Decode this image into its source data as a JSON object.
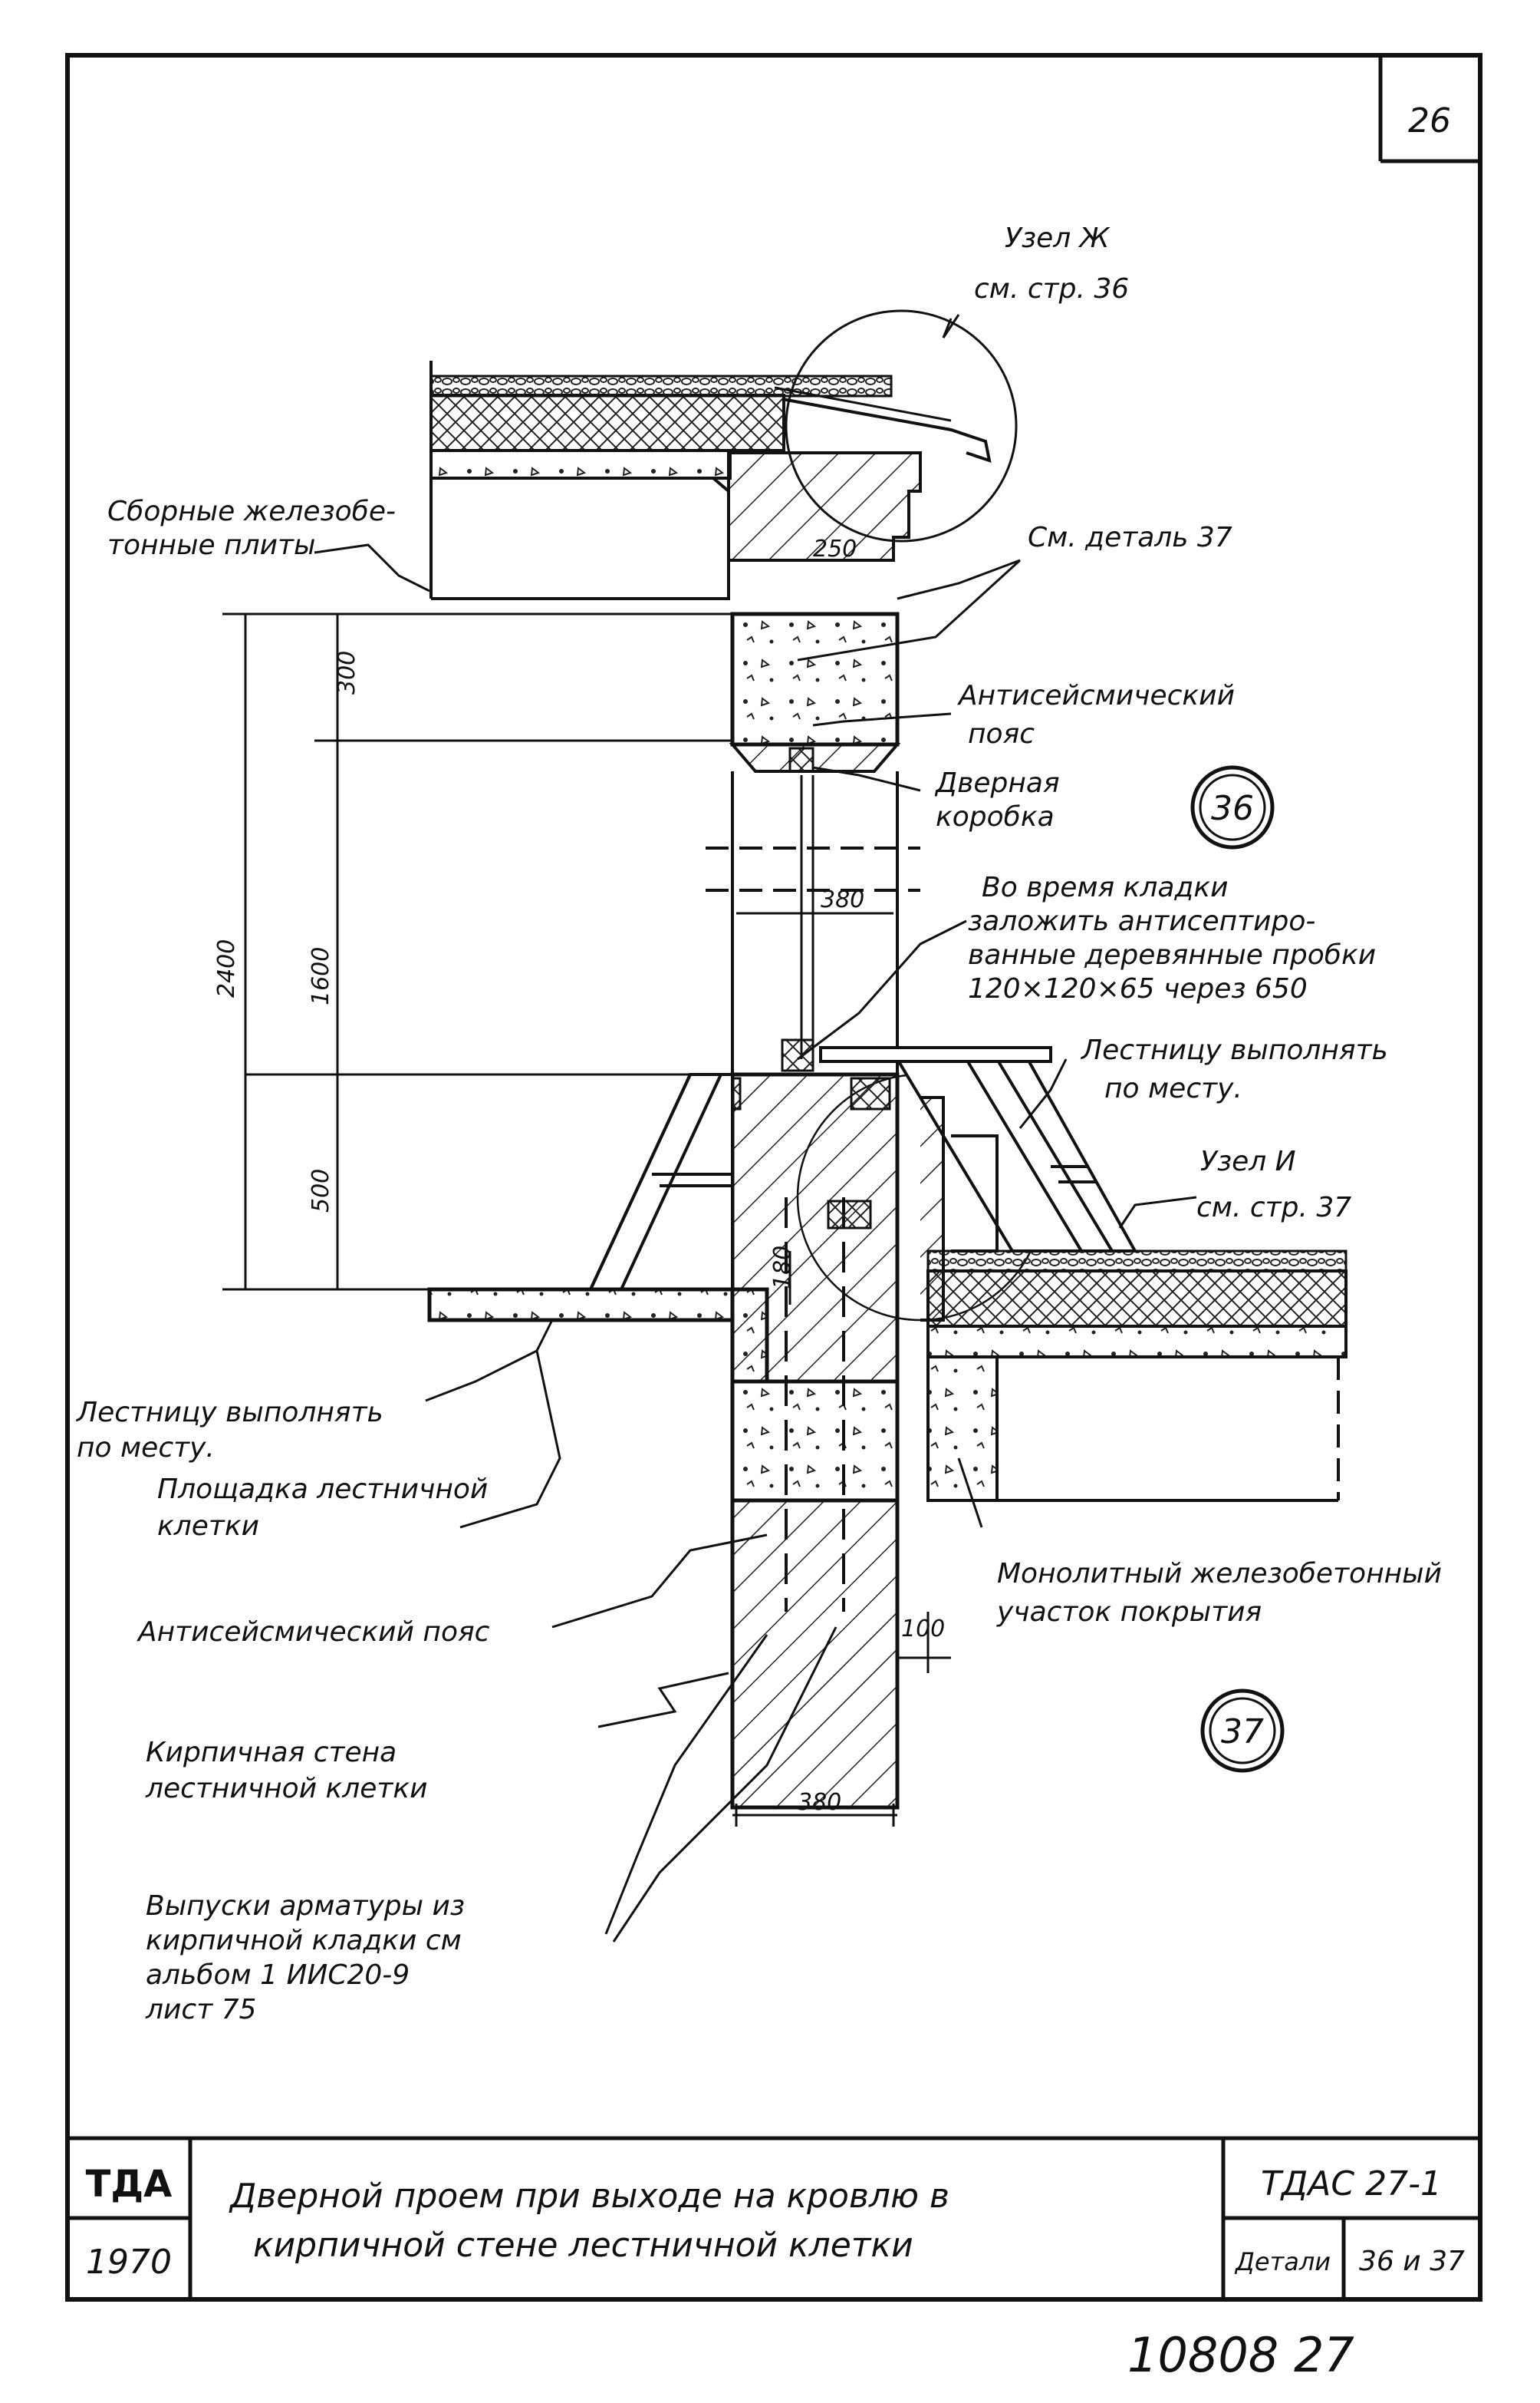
{
  "sheet": {
    "page_number": "26",
    "bottom_stamp": "10808   27"
  },
  "title_block": {
    "org": "ТДА",
    "year": "1970",
    "title_line1": "Дверной проем при выходе на кровлю в",
    "title_line2": "кирпичной стене лестничной клетки",
    "series": "ТДАС 27-1",
    "details_label": "Детали",
    "details_value": "36 и 37"
  },
  "markers": {
    "detail_36": "36",
    "detail_37": "37"
  },
  "labels": {
    "node_zh_1": "Узел Ж",
    "node_zh_2": "см. стр. 36",
    "precast_1": "Сборные железобе-",
    "precast_2": "тонные плиты",
    "see_detail_37": "См. деталь 37",
    "antiseismic_1": "Антисейсмический",
    "antiseismic_2": "пояс",
    "door_frame_1": "Дверная",
    "door_frame_2": "коробка",
    "plugs_1": "Во время кладки",
    "plugs_2": "заложить антисептиро-",
    "plugs_3": "ванные деревянные пробки",
    "plugs_4": "120×120×65 через 650",
    "stairs_right_1": "Лестницу выполнять",
    "stairs_right_2": "по месту.",
    "node_i_1": "Узел И",
    "node_i_2": "см. стр. 37",
    "stairs_left_1": "Лестницу выполнять",
    "stairs_left_2": "по месту.",
    "landing_1": "Площадка лестничной",
    "landing_2": "клетки",
    "monolithic_1": "Монолитный железобетонный",
    "monolithic_2": "участок покрытия",
    "antiseismic_belt": "Антисейсмический пояс",
    "brick_wall_1": "Кирпичная   стена",
    "brick_wall_2": "лестничной   клетки",
    "rebar_1": "Выпуски арматуры из",
    "rebar_2": "кирпичной кладки см",
    "rebar_3": "альбом 1  ИИС20-9",
    "rebar_4": "лист 75"
  },
  "dimensions": {
    "d300": "300",
    "d2400": "2400",
    "d1600": "1600",
    "d500": "500",
    "d250": "250",
    "d380_top": "380",
    "d180": "180",
    "d100": "100",
    "d380_bottom": "380"
  }
}
